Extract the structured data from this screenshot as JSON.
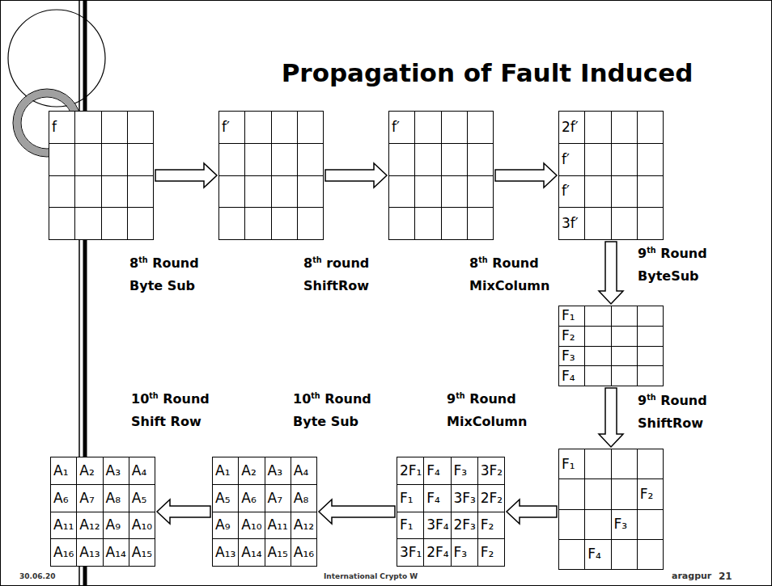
{
  "diagram": {
    "title": "Propagation of Fault Induced",
    "nodes": [
      {
        "text": [
          "f"
        ]
      },
      {
        "text": [
          "f′"
        ]
      },
      {
        "text": [
          "f′"
        ]
      },
      {
        "text": [
          "2f′",
          "f′",
          "f′",
          "3f′"
        ]
      },
      {
        "text": [
          "F₁",
          "F₂",
          "F₃",
          "F₄"
        ]
      },
      {
        "text": [
          "F₁",
          "F₂",
          "F₃",
          "F₄"
        ]
      },
      {
        "text": [
          "2F₁",
          "F₄",
          "F₃",
          "3F₂",
          "F₁",
          "F₄",
          "3F₃",
          "2F₂",
          "F₁",
          "3F₄",
          "2F₃",
          "F₂",
          "3F₁",
          "2F₄",
          "F₃",
          "F₂"
        ]
      },
      {
        "text": [
          "A₁",
          "A₂",
          "A₃",
          "A₄",
          "A₅",
          "A₆",
          "A₇",
          "A₈",
          "A₉",
          "A₁₀",
          "A₁₁",
          "A₁₂",
          "A₁₃",
          "A₁₄",
          "A₁₅",
          "A₁₆"
        ]
      },
      {
        "text": [
          "A₁",
          "A₂",
          "A₃",
          "A₄",
          "A₆",
          "A₇",
          "A₈",
          "A₅",
          "A₁₁",
          "A₁₂",
          "A₉",
          "A₁₀",
          "A₁₆",
          "A₁₃",
          "A₁₄",
          "A₁₅"
        ]
      }
    ],
    "edges": [
      {
        "from": 0,
        "to": 1,
        "arrow": "to",
        "label": "8th Round Byte Sub"
      },
      {
        "from": 1,
        "to": 2,
        "arrow": "to",
        "label": "8th round ShiftRow"
      },
      {
        "from": 2,
        "to": 3,
        "arrow": "to",
        "label": "8th Round MixColumn"
      },
      {
        "from": 3,
        "to": 4,
        "arrow": "to",
        "label": "9th Round ByteSub"
      },
      {
        "from": 4,
        "to": 5,
        "arrow": "to",
        "label": "9th Round ShiftRow"
      },
      {
        "from": 5,
        "to": 6,
        "arrow": "to",
        "label": "9th Round MixColumn"
      },
      {
        "from": 6,
        "to": 7,
        "arrow": "to",
        "label": "10th Round Byte Sub"
      },
      {
        "from": 7,
        "to": 8,
        "arrow": "to",
        "label": "10th Round Shift Row"
      }
    ],
    "labels": [
      "30.06.20",
      "International Crypto W",
      "aragpur",
      "21"
    ]
  }
}
